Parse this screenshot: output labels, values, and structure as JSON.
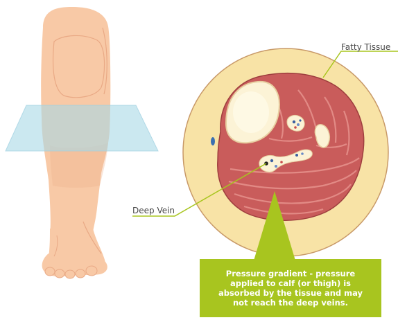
{
  "labels": {
    "fatty_tissue": "Fatty Tissue",
    "deep_vein": "Deep Vein"
  },
  "callout": {
    "text": "Pressure gradient - pressure\napplied to calf (or thigh) is\nabsorbed by the tissue and may\nnot reach the deep veins."
  },
  "colors": {
    "skin": "#f8c9a6",
    "skin_shadow": "#eeb38c",
    "fat": "#f8e3a6",
    "muscle": "#c95c5b",
    "muscle_light": "#e58f8a",
    "bone": "#fcf3d6",
    "plane": "#a9d8e6",
    "accent_green": "#a8c51f"
  }
}
